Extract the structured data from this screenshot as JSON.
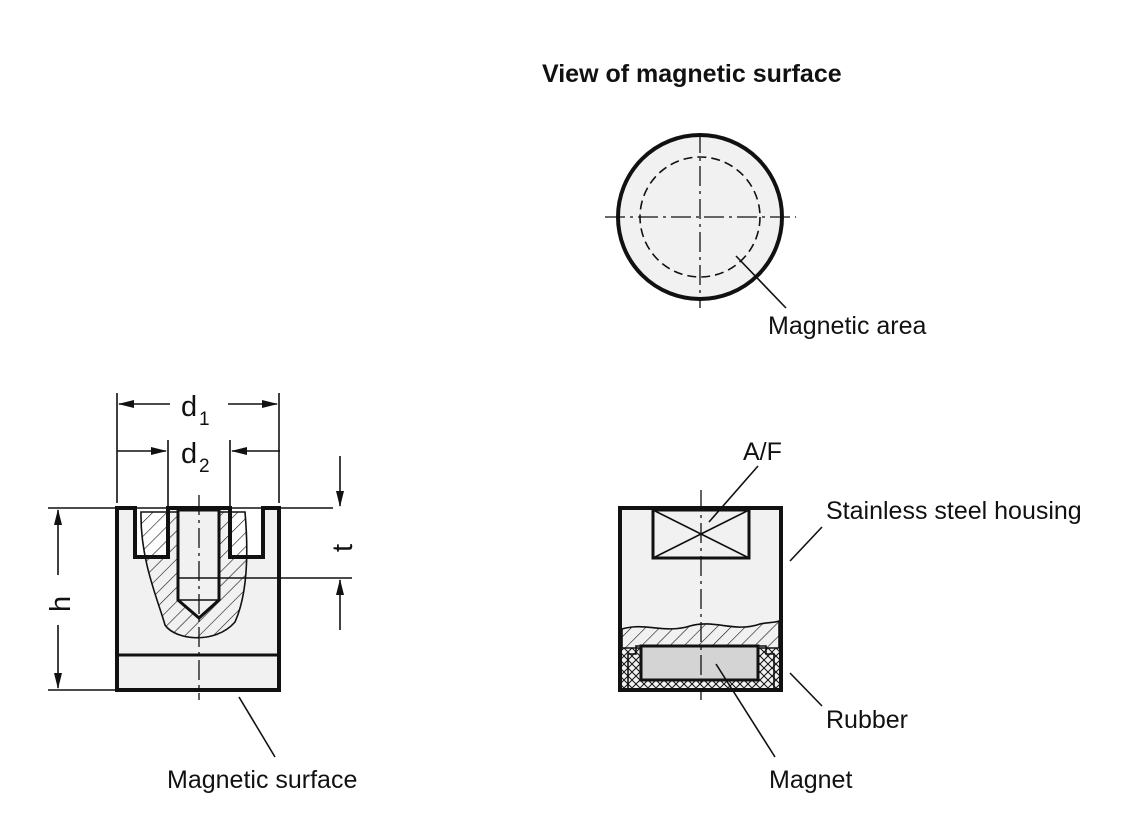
{
  "view_title": "View of magnetic surface",
  "left_view": {
    "dim_d1": "d",
    "dim_d1_sub": "1",
    "dim_d2": "d",
    "dim_d2_sub": "2",
    "dim_h": "h",
    "dim_t": "t",
    "callout_surface": "Magnetic surface"
  },
  "top_view": {
    "callout_area": "Magnetic area"
  },
  "right_view": {
    "callout_af": "A/F",
    "callout_housing": "Stainless steel housing",
    "callout_rubber": "Rubber",
    "callout_magnet": "Magnet"
  },
  "colors": {
    "line": "#111111",
    "fill_light": "#f1f1f1",
    "fill_magnet": "#d4d4d4"
  }
}
